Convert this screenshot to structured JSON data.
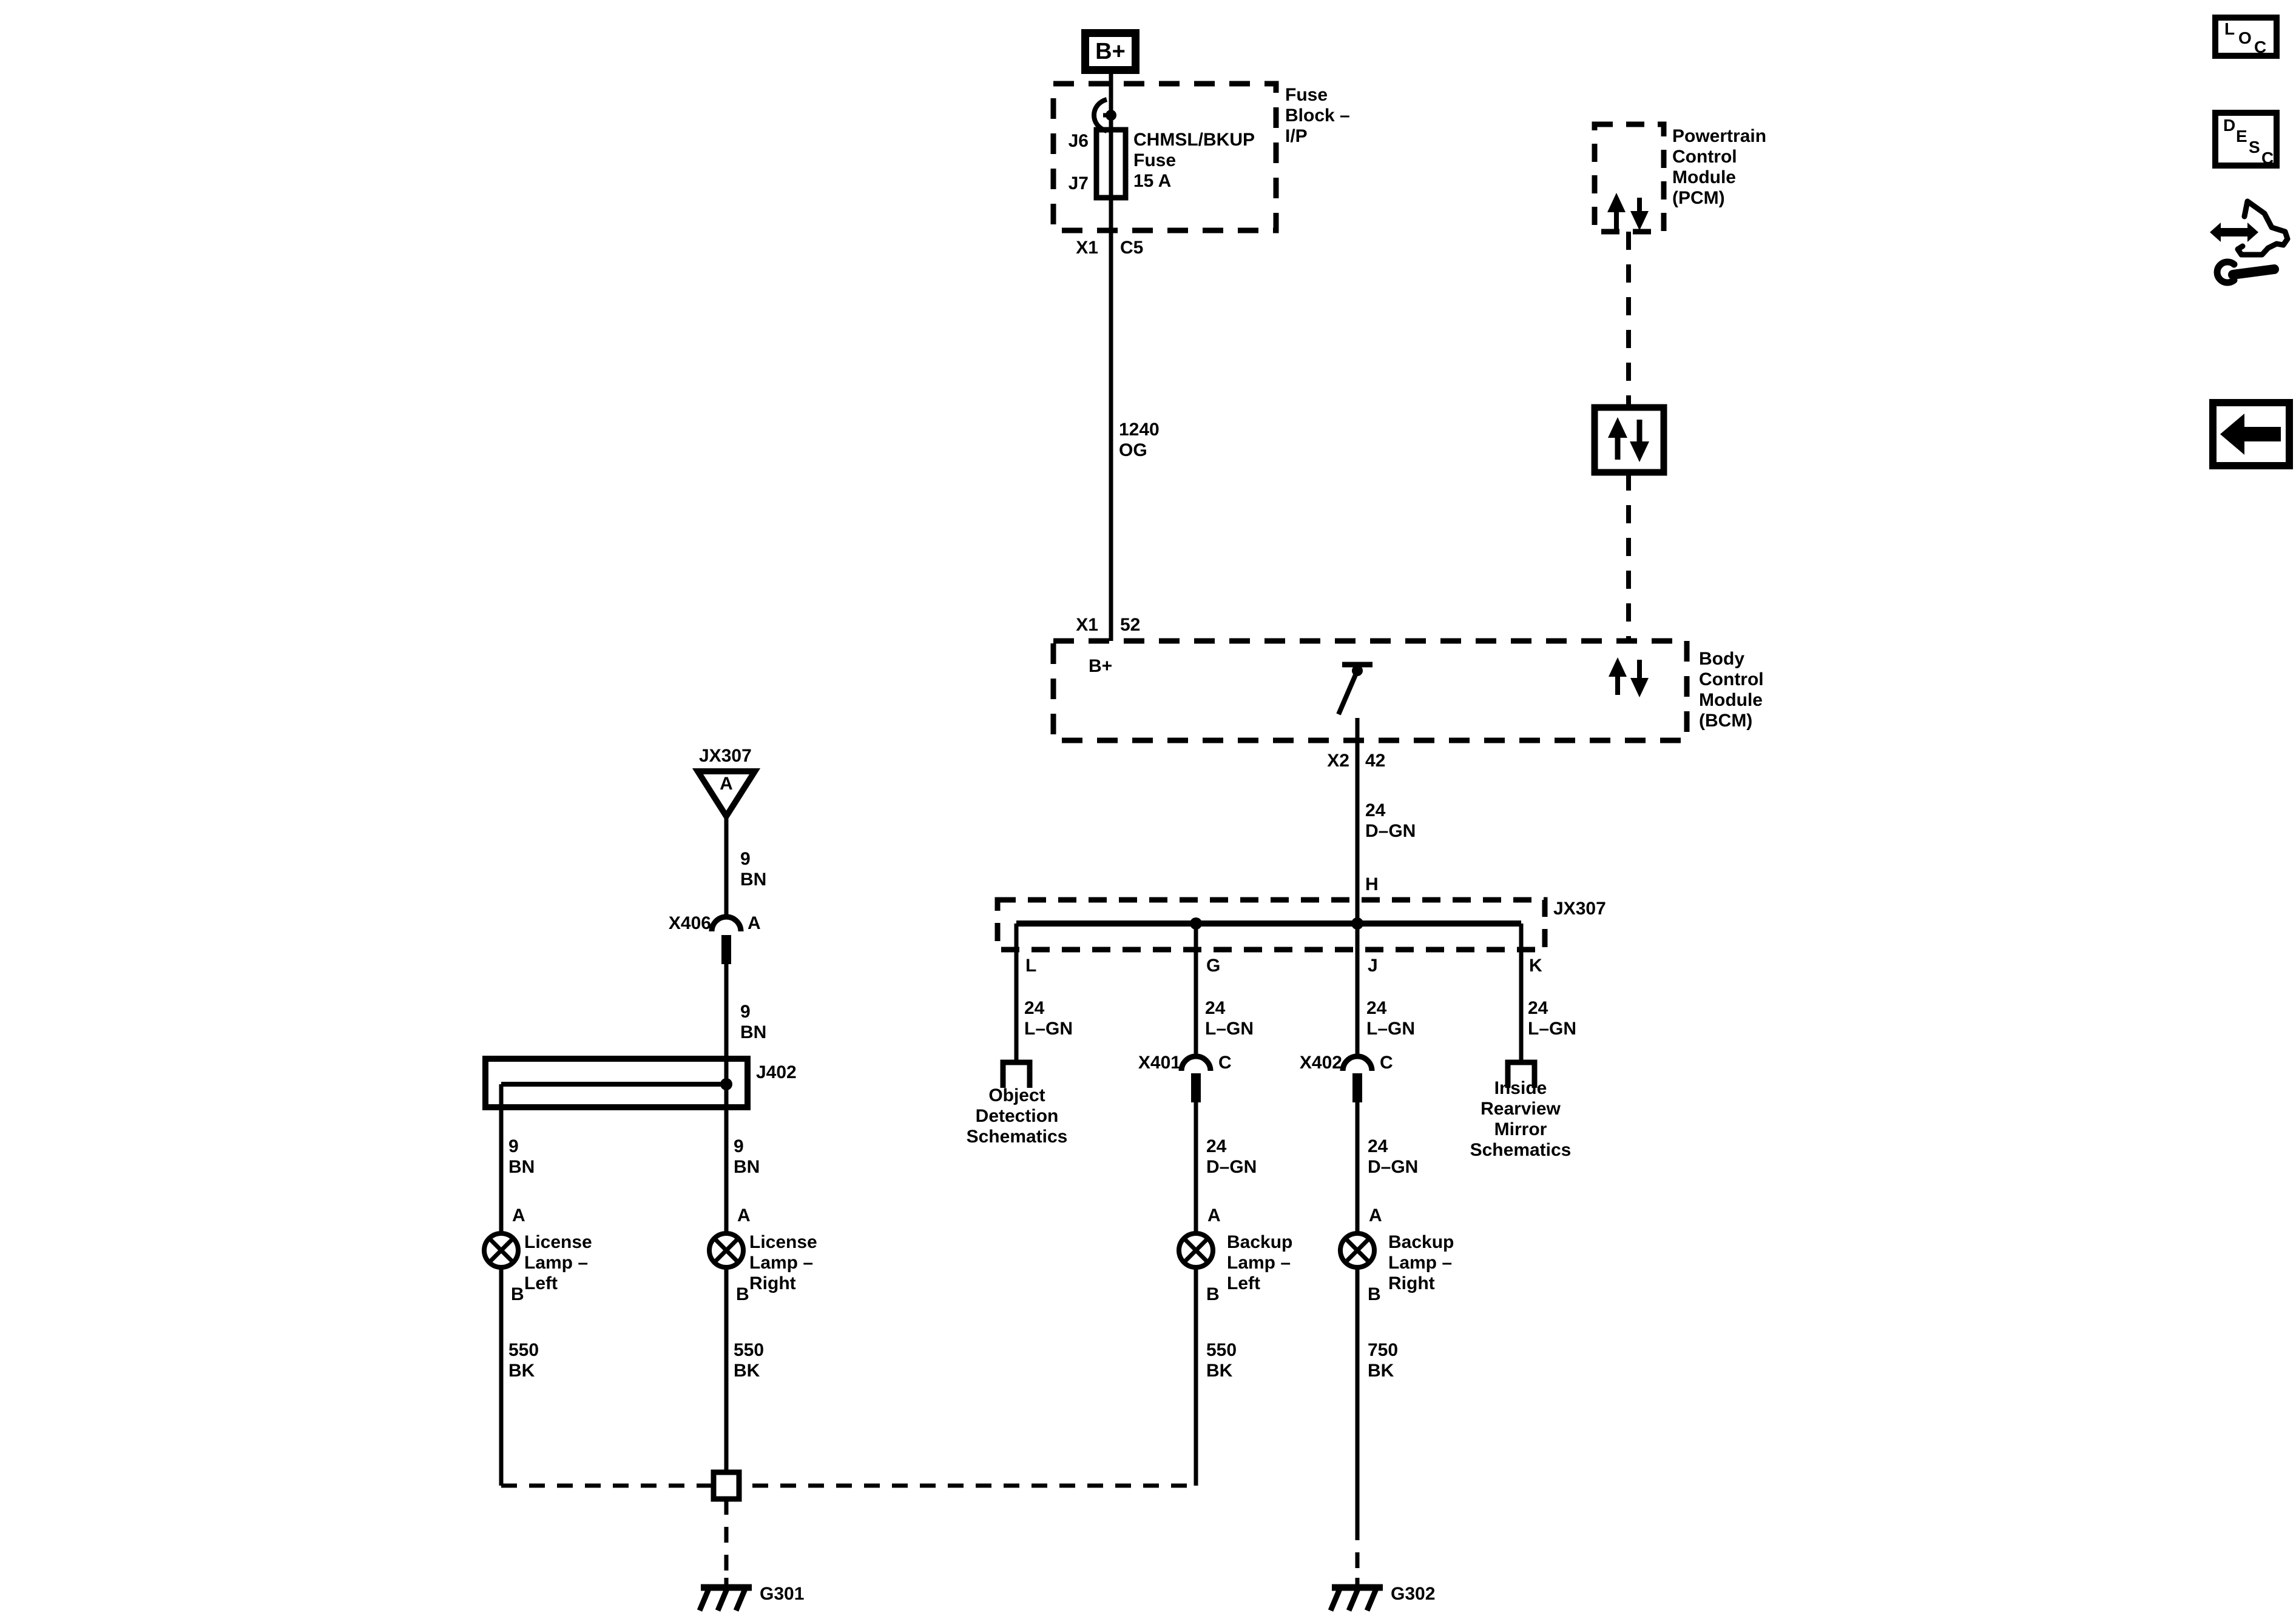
{
  "toolbar": {
    "loc_letters": [
      "L",
      "O",
      "C"
    ],
    "desc_letters": [
      "D",
      "E",
      "S",
      "C"
    ]
  },
  "battery": {
    "label": "B+"
  },
  "fuse_block": {
    "title_lines": [
      "Fuse",
      "Block –",
      "I/P"
    ],
    "pin_in": "J6",
    "pin_out": "J7",
    "fuse_lines": [
      "CHMSL/BKUP",
      "Fuse",
      "15 A"
    ],
    "out_connector": "X1",
    "out_pin": "C5"
  },
  "feed_wire": {
    "circuit": "1240",
    "color": "OG"
  },
  "pcm": {
    "title_lines": [
      "Powertrain",
      "Control",
      "Module",
      "(PCM)"
    ]
  },
  "bcm": {
    "in_connector": "X1",
    "in_pin": "52",
    "in_label": "B+",
    "title_lines": [
      "Body",
      "Control",
      "Module",
      "(BCM)"
    ],
    "out_connector": "X2",
    "out_pin": "42"
  },
  "bcm_out_wire": {
    "circuit": "24",
    "color": "D–GN"
  },
  "jx307_junction": {
    "label": "JX307",
    "pin_in": "H",
    "pin_l": "L",
    "pin_g": "G",
    "pin_j": "J",
    "pin_k": "K",
    "wire_l": {
      "circuit": "24",
      "color": "L–GN"
    },
    "wire_g": {
      "circuit": "24",
      "color": "L–GN"
    },
    "wire_j": {
      "circuit": "24",
      "color": "L–GN"
    },
    "wire_k": {
      "circuit": "24",
      "color": "L–GN"
    }
  },
  "object_detection_link": {
    "lines": [
      "Object",
      "Detection",
      "Schematics"
    ]
  },
  "mirror_link": {
    "lines": [
      "Inside",
      "Rearview",
      "Mirror",
      "Schematics"
    ]
  },
  "x401": {
    "name": "X401",
    "pin": "C",
    "wire": {
      "circuit": "24",
      "color": "D–GN"
    }
  },
  "x402": {
    "name": "X402",
    "pin": "C",
    "wire": {
      "circuit": "24",
      "color": "D–GN"
    }
  },
  "jx307_ground": {
    "label": "JX307",
    "pin": "A"
  },
  "trunk_wire_upper": {
    "circuit": "9",
    "color": "BN"
  },
  "x406": {
    "name": "X406",
    "pin": "A"
  },
  "trunk_wire_lower": {
    "circuit": "9",
    "color": "BN"
  },
  "j402": {
    "label": "J402"
  },
  "license_left": {
    "wire": {
      "circuit": "9",
      "color": "BN"
    },
    "pin_a": "A",
    "pin_b": "B",
    "title_lines": [
      "License",
      "Lamp –",
      "Left"
    ],
    "ground_wire": {
      "circuit": "550",
      "color": "BK"
    }
  },
  "license_right": {
    "wire": {
      "circuit": "9",
      "color": "BN"
    },
    "pin_a": "A",
    "pin_b": "B",
    "title_lines": [
      "License",
      "Lamp –",
      "Right"
    ],
    "ground_wire": {
      "circuit": "550",
      "color": "BK"
    }
  },
  "backup_left": {
    "pin_a": "A",
    "pin_b": "B",
    "title_lines": [
      "Backup",
      "Lamp –",
      "Left"
    ],
    "ground_wire": {
      "circuit": "550",
      "color": "BK"
    }
  },
  "backup_right": {
    "pin_a": "A",
    "pin_b": "B",
    "title_lines": [
      "Backup",
      "Lamp –",
      "Right"
    ],
    "ground_wire": {
      "circuit": "750",
      "color": "BK"
    }
  },
  "grounds": {
    "g301": "G301",
    "g302": "G302"
  },
  "colors": {
    "line": "#000000",
    "background": "#ffffff"
  }
}
